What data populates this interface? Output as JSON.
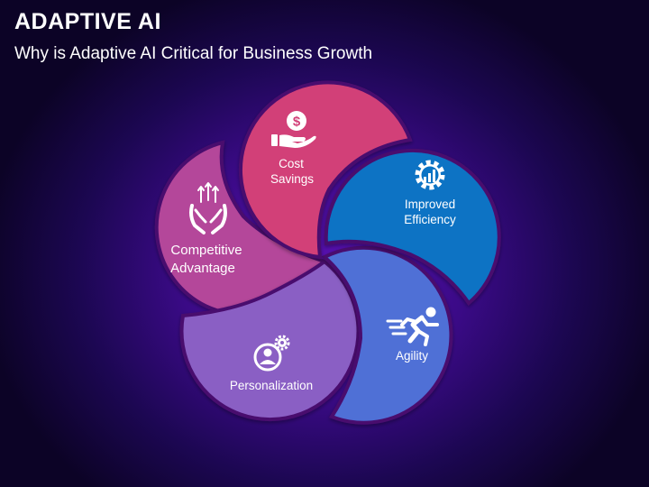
{
  "header": {
    "title": "ADAPTIVE AI",
    "subtitle": "Why is Adaptive AI Critical for Business Growth"
  },
  "segments": [
    {
      "id": "cost-savings",
      "line1": "Cost",
      "line2": "Savings",
      "icon": "hand-coin-icon",
      "color": "#d23f78"
    },
    {
      "id": "improved-efficiency",
      "line1": "Improved",
      "line2": "Efficiency",
      "icon": "gear-chart-icon",
      "color": "#0a73c4"
    },
    {
      "id": "agility",
      "line1": "Agility",
      "line2": "",
      "icon": "running-person-icon",
      "color": "#4f6fd6"
    },
    {
      "id": "personalization",
      "line1": "Personalization",
      "line2": "",
      "icon": "user-gear-icon",
      "color": "#8a5fc4"
    },
    {
      "id": "competitive-advantage",
      "line1": "Competitive",
      "line2": "Advantage",
      "icon": "hands-growth-icon",
      "color": "#b4479a"
    }
  ]
}
